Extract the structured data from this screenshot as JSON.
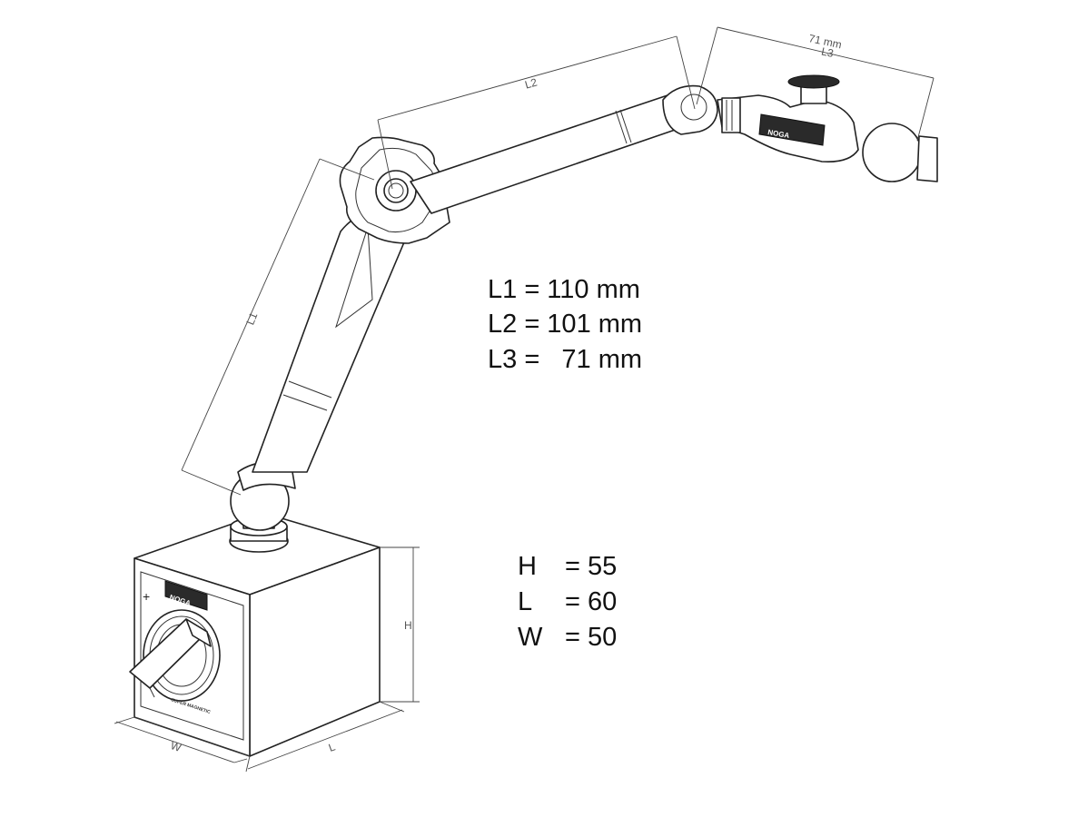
{
  "dimension_labels": {
    "l1": "L1",
    "l2": "L2",
    "l3": "L3",
    "l3_value": "71 mm",
    "h": "H",
    "l": "L",
    "w": "W"
  },
  "arm_specs": [
    "L1 = 110 mm",
    "L2 = 101 mm",
    "L3 =   71 mm"
  ],
  "base_specs": [
    {
      "key": "H",
      "value": "= 55"
    },
    {
      "key": "L",
      "value": "= 60"
    },
    {
      "key": "W",
      "value": "= 50"
    }
  ],
  "brand_text": "NOGA",
  "base_plate_text": "SUPER MAGNETIC",
  "switch_symbol": "+"
}
